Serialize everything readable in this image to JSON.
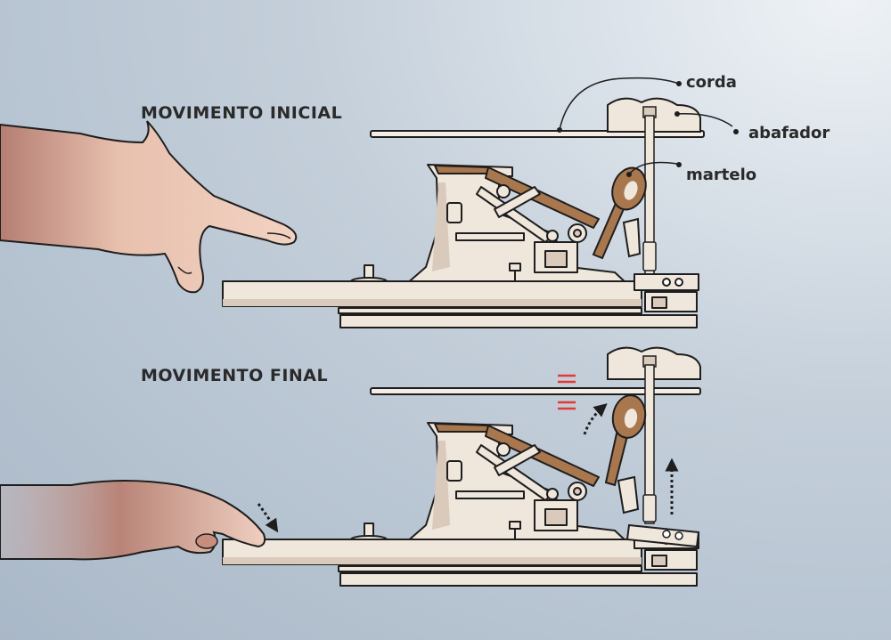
{
  "panels": {
    "initial_title": "MOVIMENTO INICIAL",
    "final_title": "MOVIMENTO FINAL"
  },
  "labels": {
    "string": "corda",
    "damper": "abafador",
    "hammer": "martelo"
  },
  "colors": {
    "wood_light": "#efe6dc",
    "wood_shadow": "#d9cabb",
    "hammer_felt": "#a9774e",
    "skin": "#e9c2b0",
    "skin_shadow": "#a9706a",
    "outline": "#1e1e1e",
    "red_marks": "#e53935"
  }
}
